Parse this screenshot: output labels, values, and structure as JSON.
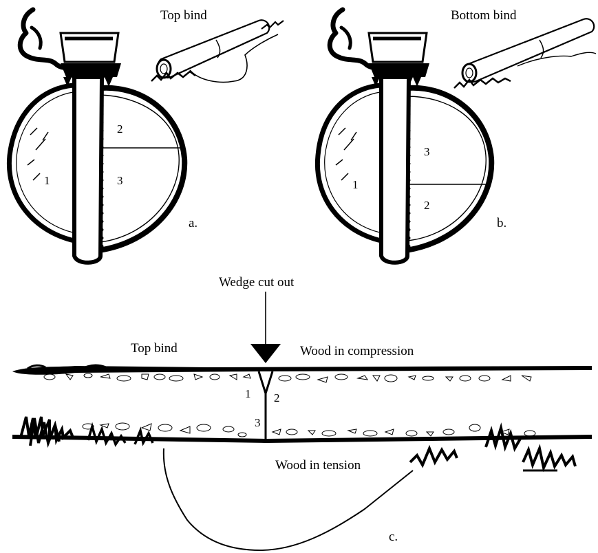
{
  "panel_a": {
    "title": "Top bind",
    "segment_1": "1",
    "segment_2": "2",
    "segment_3": "3",
    "letter": "a."
  },
  "panel_b": {
    "title": "Bottom bind",
    "segment_1": "1",
    "segment_2": "2",
    "segment_3": "3",
    "letter": "b."
  },
  "panel_c": {
    "wedge_label": "Wedge cut out",
    "bind_label": "Top bind",
    "compression_label": "Wood in compression",
    "tension_label": "Wood in tension",
    "segment_1": "1",
    "segment_2": "2",
    "segment_3": "3",
    "letter": "c."
  }
}
